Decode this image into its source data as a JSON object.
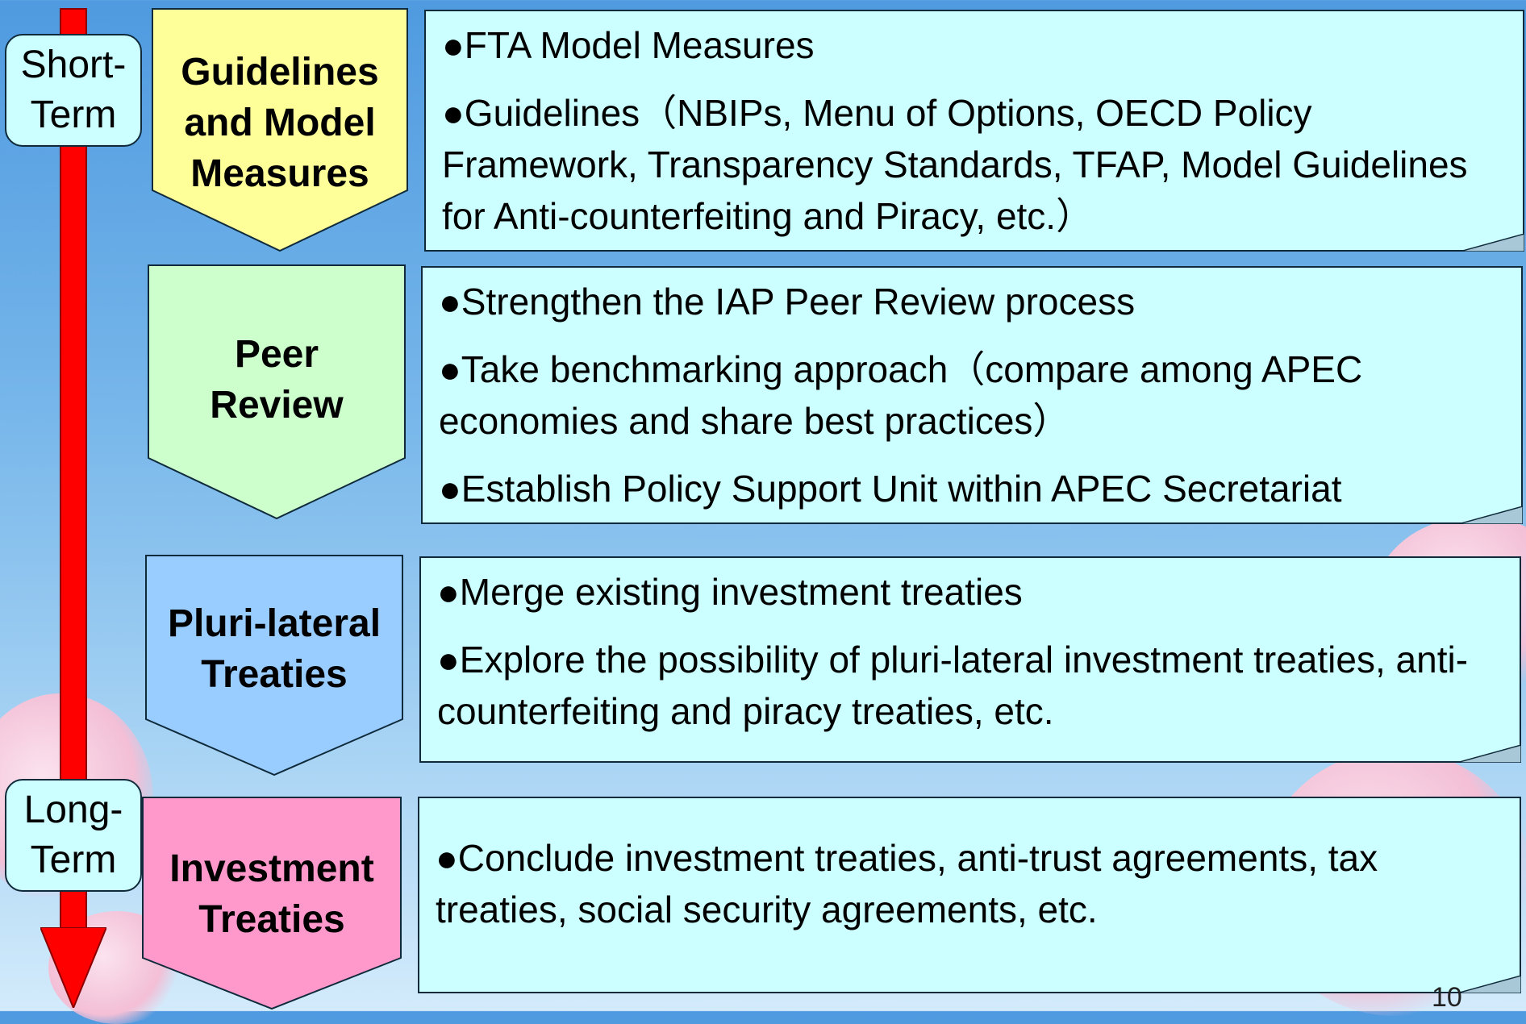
{
  "timeline": {
    "start_label": "Short-Term",
    "end_label": "Long-Term"
  },
  "stages": [
    {
      "title": "Guidelines and Model Measures",
      "color": "#ffff99",
      "items": [
        "FTA Model Measures",
        "Guidelines（NBIPs, Menu of Options, OECD Policy Framework, Transparency Standards, TFAP, Model Guidelines for Anti-counterfeiting and Piracy, etc.）"
      ]
    },
    {
      "title": "Peer Review",
      "color": "#ccffcc",
      "items": [
        "Strengthen the IAP Peer Review process",
        "Take benchmarking approach（compare among APEC economies and share best practices）",
        "Establish Policy Support Unit within APEC Secretariat"
      ]
    },
    {
      "title": "Pluri-lateral Treaties",
      "color": "#99ccff",
      "items": [
        "Merge existing investment treaties",
        "Explore the possibility of pluri-lateral investment treaties, anti-counterfeiting and piracy treaties, etc."
      ]
    },
    {
      "title": "Investment Treaties",
      "color": "#ff99cc",
      "items": [
        "Conclude investment treaties, anti-trust agreements, tax treaties, social security agreements, etc."
      ]
    }
  ],
  "note_color": "#ccffff",
  "arrow_color": "#ff0000",
  "page_number": "10"
}
